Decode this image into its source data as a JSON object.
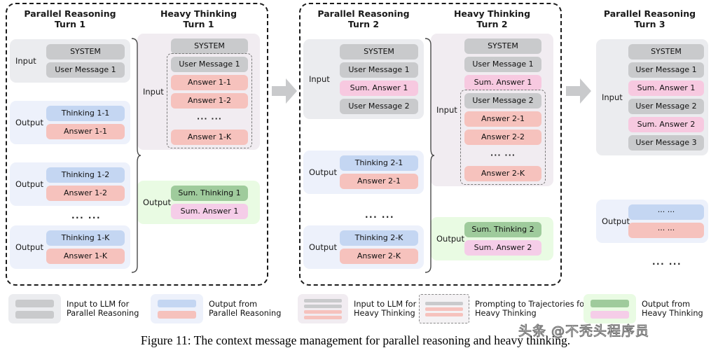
{
  "figure": {
    "caption": "Figure 11: The context message management for parallel reasoning and heavy thinking.",
    "watermark": "头条 @不秃头程序员"
  },
  "colors": {
    "grey_chip": "#c9cacc",
    "blue_chip": "#c4d6f2",
    "red_chip": "#f6c2bd",
    "pink_chip": "#f7c9e0",
    "green_chip": "#9fcb9c",
    "pink_light_chip": "#f5cde8",
    "input_group_bg": "#ebecef",
    "output_group_bg": "#edf1fb",
    "heavy_group_bg": "#f1ecf1",
    "summary_group_bg": "#e9fbe3"
  },
  "panels": [
    {
      "id": "panel-turn-1",
      "columns": [
        {
          "id": "parallel-reasoning-turn-1",
          "title_line1": "Parallel Reasoning",
          "title_line2": "Turn 1",
          "groups": [
            {
              "label": "Input",
              "kind": "input",
              "chips": [
                {
                  "text": "SYSTEM",
                  "color": "grey"
                },
                {
                  "text": "User Message 1",
                  "color": "grey"
                }
              ]
            },
            {
              "label": "Output",
              "kind": "output",
              "chips": [
                {
                  "text": "Thinking 1-1",
                  "color": "blue"
                },
                {
                  "text": "Answer 1-1",
                  "color": "red"
                }
              ]
            },
            {
              "label": "Output",
              "kind": "output",
              "chips": [
                {
                  "text": "Thinking 1-2",
                  "color": "blue"
                },
                {
                  "text": "Answer 1-2",
                  "color": "red"
                }
              ]
            },
            {
              "label": "Output",
              "kind": "output",
              "chips": [
                {
                  "text": "Thinking 1-K",
                  "color": "blue"
                },
                {
                  "text": "Answer 1-K",
                  "color": "red"
                }
              ]
            }
          ],
          "ellipsis": "··· ···"
        },
        {
          "id": "heavy-thinking-turn-1",
          "title_line1": "Heavy Thinking",
          "title_line2": "Turn 1",
          "groups": [
            {
              "label": "Input",
              "kind": "heavy",
              "chips": [
                {
                  "text": "SYSTEM",
                  "color": "grey"
                },
                {
                  "text": "User Message 1",
                  "color": "grey",
                  "in_trajectory": true
                },
                {
                  "text": "Answer 1-1",
                  "color": "red",
                  "in_trajectory": true
                },
                {
                  "text": "Answer 1-2",
                  "color": "red",
                  "in_trajectory": true
                },
                {
                  "text": "··· ···",
                  "color": "ellipsis",
                  "in_trajectory": true
                },
                {
                  "text": "Answer 1-K",
                  "color": "red",
                  "in_trajectory": true
                }
              ]
            },
            {
              "label": "Output",
              "kind": "summary",
              "chips": [
                {
                  "text": "Sum. Thinking 1",
                  "color": "green"
                },
                {
                  "text": "Sum. Answer 1",
                  "color": "pinklt"
                }
              ]
            }
          ]
        }
      ]
    },
    {
      "id": "panel-turn-2",
      "columns": [
        {
          "id": "parallel-reasoning-turn-2",
          "title_line1": "Parallel Reasoning",
          "title_line2": "Turn 2",
          "groups": [
            {
              "label": "Input",
              "kind": "input",
              "chips": [
                {
                  "text": "SYSTEM",
                  "color": "grey"
                },
                {
                  "text": "User Message 1",
                  "color": "grey"
                },
                {
                  "text": "Sum. Answer 1",
                  "color": "pink"
                },
                {
                  "text": "User Message 2",
                  "color": "grey"
                }
              ]
            },
            {
              "label": "Output",
              "kind": "output",
              "chips": [
                {
                  "text": "Thinking 2-1",
                  "color": "blue"
                },
                {
                  "text": "Answer 2-1",
                  "color": "red"
                }
              ]
            },
            {
              "label": "Output",
              "kind": "output",
              "chips": [
                {
                  "text": "Thinking 2-K",
                  "color": "blue"
                },
                {
                  "text": "Answer 2-K",
                  "color": "red"
                }
              ]
            }
          ],
          "ellipsis": "··· ···"
        },
        {
          "id": "heavy-thinking-turn-2",
          "title_line1": "Heavy Thinking",
          "title_line2": "Turn 2",
          "groups": [
            {
              "label": "Input",
              "kind": "heavy",
              "chips": [
                {
                  "text": "SYSTEM",
                  "color": "grey"
                },
                {
                  "text": "User Message 1",
                  "color": "grey"
                },
                {
                  "text": "Sum. Answer 1",
                  "color": "pink"
                },
                {
                  "text": "User Message 2",
                  "color": "grey",
                  "in_trajectory": true
                },
                {
                  "text": "Answer 2-1",
                  "color": "red",
                  "in_trajectory": true
                },
                {
                  "text": "Answer 2-2",
                  "color": "red",
                  "in_trajectory": true
                },
                {
                  "text": "··· ···",
                  "color": "ellipsis",
                  "in_trajectory": true
                },
                {
                  "text": "Answer 2-K",
                  "color": "red",
                  "in_trajectory": true
                }
              ]
            },
            {
              "label": "Output",
              "kind": "summary",
              "chips": [
                {
                  "text": "Sum. Thinking 2",
                  "color": "green"
                },
                {
                  "text": "Sum. Answer 2",
                  "color": "pinklt"
                }
              ]
            }
          ]
        }
      ]
    },
    {
      "id": "panel-turn-3",
      "columns": [
        {
          "id": "parallel-reasoning-turn-3",
          "title_line1": "Parallel Reasoning",
          "title_line2": "Turn 3",
          "groups": [
            {
              "label": "Input",
              "kind": "input",
              "chips": [
                {
                  "text": "SYSTEM",
                  "color": "grey"
                },
                {
                  "text": "User Message 1",
                  "color": "grey"
                },
                {
                  "text": "Sum. Answer 1",
                  "color": "pink"
                },
                {
                  "text": "User Message 2",
                  "color": "grey"
                },
                {
                  "text": "Sum. Answer 2",
                  "color": "pink"
                },
                {
                  "text": "User Message 3",
                  "color": "grey"
                }
              ]
            },
            {
              "label": "Output",
              "kind": "output",
              "chips": [
                {
                  "text": "··· ···",
                  "color": "blue"
                },
                {
                  "text": "··· ···",
                  "color": "red"
                }
              ]
            }
          ],
          "ellipsis": "··· ···"
        }
      ]
    }
  ],
  "legend": [
    {
      "id": "legend-input-parallel",
      "bg": "#ebecef",
      "style": "blocks",
      "swatches": [
        "#c9cacc",
        "#c9cacc"
      ],
      "line1": "Input to LLM for",
      "line2": "Parallel Reasoning"
    },
    {
      "id": "legend-output-parallel",
      "bg": "#edf1fb",
      "style": "blocks",
      "swatches": [
        "#c4d6f2",
        "#f6c2bd"
      ],
      "line1": "Output from",
      "line2": "Parallel Reasoning"
    },
    {
      "id": "legend-input-heavy",
      "bg": "#f1ecf1",
      "style": "lines",
      "swatches": [
        "#c9cacc",
        "#c9cacc",
        "#f6c2bd",
        "#f6c2bd"
      ],
      "line1": "Input to LLM for",
      "line2": "Heavy Thinking"
    },
    {
      "id": "legend-prompting-trajectories",
      "bg": "#f4f2f4",
      "style": "lines-dashed",
      "swatches": [
        "#c9cacc",
        "#f6c2bd",
        "#f6c2bd"
      ],
      "line1": "Prompting to Trajectories for",
      "line2": "Heavy Thinking"
    },
    {
      "id": "legend-output-heavy",
      "bg": "#e9fbe3",
      "style": "blocks",
      "swatches": [
        "#9fcb9c",
        "#f5cde8"
      ],
      "line1": "Output from",
      "line2": "Heavy Thinking"
    }
  ]
}
